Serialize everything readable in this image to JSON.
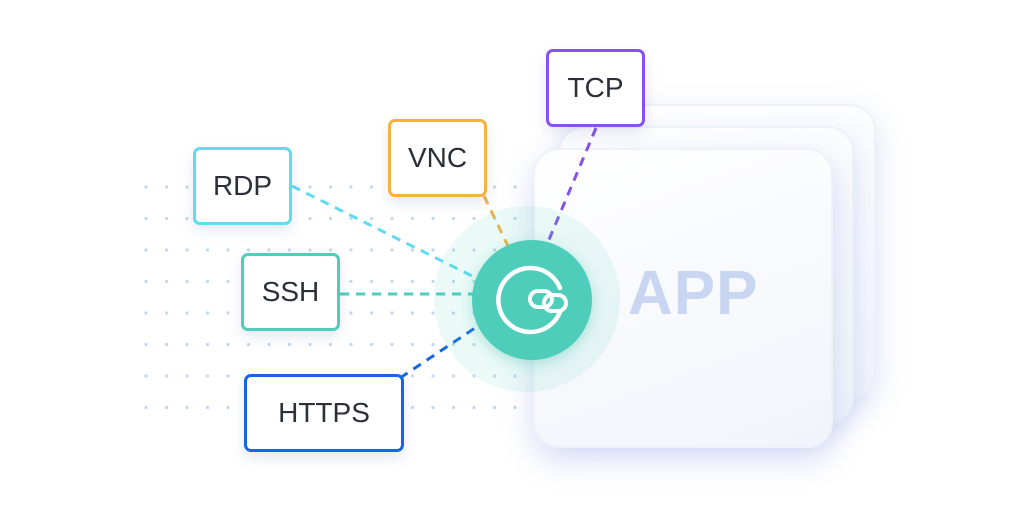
{
  "app_label": "APP",
  "protocols": [
    {
      "id": "rdp",
      "label": "RDP",
      "color": "#5fdcf0"
    },
    {
      "id": "vnc",
      "label": "VNC",
      "color": "#f5b23d"
    },
    {
      "id": "tcp",
      "label": "TCP",
      "color": "#8552ea"
    },
    {
      "id": "ssh",
      "label": "SSH",
      "color": "#4fcdbb"
    },
    {
      "id": "https",
      "label": "HTTPS",
      "color": "#1466e6"
    }
  ],
  "hub": {
    "icon": "link-icon",
    "color": "#4fcdbb"
  }
}
